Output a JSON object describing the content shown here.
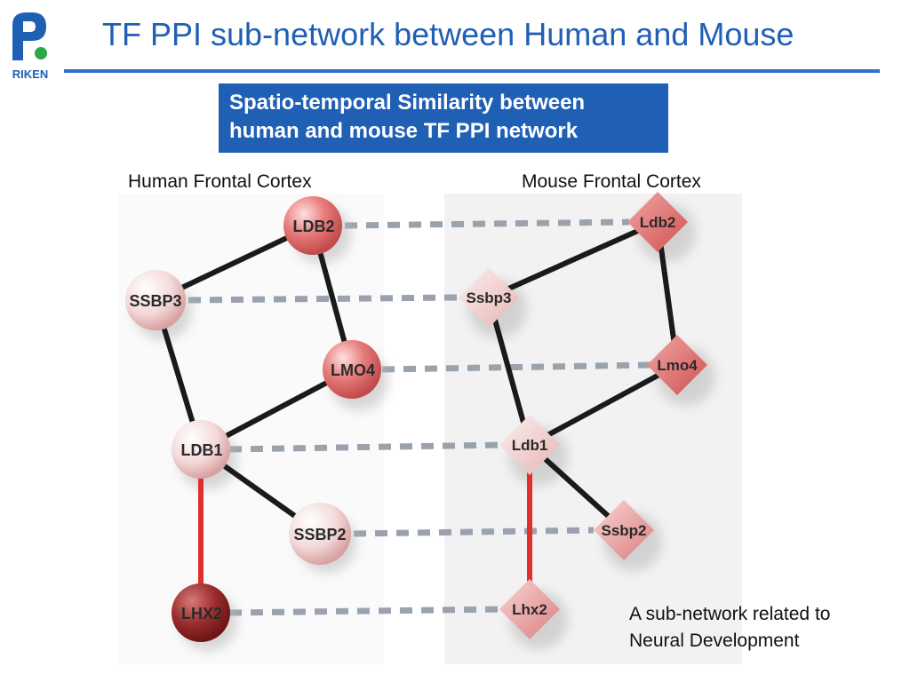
{
  "header": {
    "title": "TF PPI sub-network between Human and Mouse",
    "logo_text": "RIKEN"
  },
  "callout": {
    "line1": "Spatio-temporal Similarity between",
    "line2": "human and mouse TF PPI network"
  },
  "human_label": "Human Frontal Cortex",
  "mouse_label": "Mouse Frontal Cortex",
  "note": {
    "line1": "A sub-network related to",
    "line2": "Neural Development"
  },
  "colors": {
    "title": "#1f5fb4",
    "callout_bg": "#1f5fb4",
    "edge": "#1a1a1a",
    "highlight_edge": "#e0302c",
    "ortholog_link": "#9aa3ad"
  },
  "network": {
    "human_nodes": [
      "LDB2",
      "SSBP3",
      "LMO4",
      "LDB1",
      "SSBP2",
      "LHX2"
    ],
    "mouse_nodes": [
      "Ldb2",
      "Ssbp3",
      "Lmo4",
      "Ldb1",
      "Ssbp2",
      "Lhx2"
    ],
    "human_edges": [
      [
        "LDB2",
        "SSBP3"
      ],
      [
        "LDB2",
        "LMO4"
      ],
      [
        "SSBP3",
        "LDB1"
      ],
      [
        "LMO4",
        "LDB1"
      ],
      [
        "LDB1",
        "SSBP2"
      ],
      [
        "LDB1",
        "LHX2"
      ]
    ],
    "mouse_edges": [
      [
        "Ldb2",
        "Ssbp3"
      ],
      [
        "Ldb2",
        "Lmo4"
      ],
      [
        "Ssbp3",
        "Ldb1"
      ],
      [
        "Lmo4",
        "Ldb1"
      ],
      [
        "Ldb1",
        "Ssbp2"
      ],
      [
        "Ldb1",
        "Lhx2"
      ]
    ],
    "highlighted_edges": [
      [
        "LDB1",
        "LHX2"
      ],
      [
        "Ldb1",
        "Lhx2"
      ]
    ],
    "ortholog_links": [
      [
        "LDB2",
        "Ldb2"
      ],
      [
        "SSBP3",
        "Ssbp3"
      ],
      [
        "LMO4",
        "Lmo4"
      ],
      [
        "LDB1",
        "Ldb1"
      ],
      [
        "SSBP2",
        "Ssbp2"
      ],
      [
        "LHX2",
        "Lhx2"
      ]
    ]
  }
}
